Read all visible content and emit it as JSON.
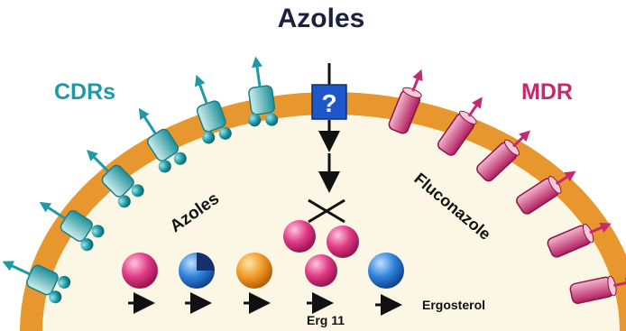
{
  "title": "Azoles",
  "labels": {
    "cdrs": "CDRs",
    "mdr": "MDR",
    "azoles_inner": "Azoles",
    "fluconazole": "Fluconazole",
    "question": "?",
    "erg11": "Erg 11",
    "ergosterol": "Ergosterol"
  },
  "colors": {
    "membrane": "#E8962E",
    "interior": "#FBF7E4",
    "cdr": "#1E9AA6",
    "mdr": "#C8286E",
    "question_box": "#1E57C8",
    "arrow": "#111111",
    "title": "#1B2140"
  }
}
